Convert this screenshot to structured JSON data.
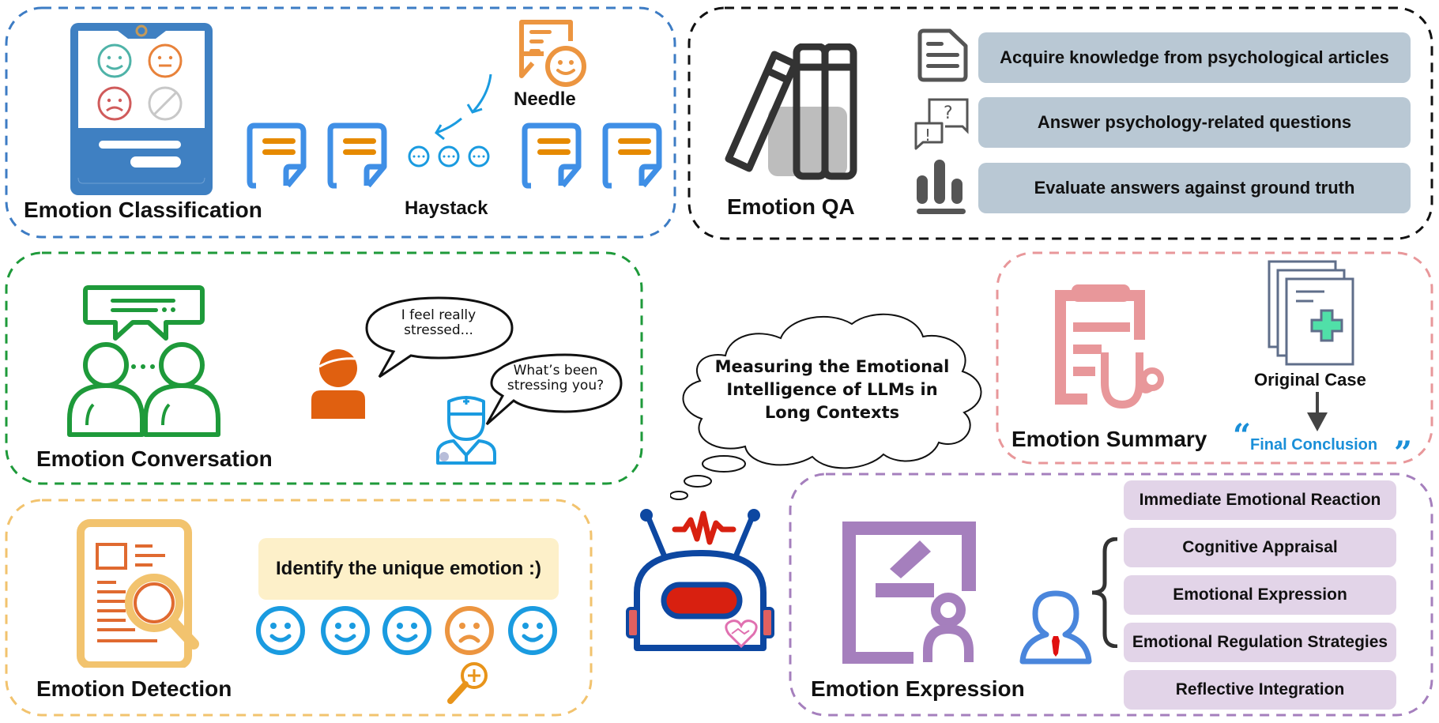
{
  "center": {
    "title_lines": [
      "Measuring the Emotional",
      "Intelligence of LLMs in",
      "Long Contexts"
    ],
    "robot_icon": "robot-icon"
  },
  "panels": {
    "classification": {
      "title": "Emotion Classification",
      "needle_label": "Needle",
      "haystack_label": "Haystack",
      "border_color": "#3d7cc4"
    },
    "qa": {
      "title": "Emotion QA",
      "steps": [
        {
          "icon": "document-icon",
          "label": "Acquire knowledge from psychological articles"
        },
        {
          "icon": "question-chat-icon",
          "label": "Answer psychology-related questions"
        },
        {
          "icon": "bar-chart-icon",
          "label": "Evaluate answers against ground truth"
        }
      ],
      "border_color": "#111111"
    },
    "conversation": {
      "title": "Emotion Conversation",
      "patient_line_1": "I feel really",
      "patient_line_2": "stressed...",
      "doctor_line_1": "What’s been",
      "doctor_line_2": "stressing you?",
      "border_color": "#1e9a3a"
    },
    "summary": {
      "title": "Emotion Summary",
      "original_case": "Original Case",
      "final_conclusion": "Final Conclusion",
      "open_quote": "“",
      "close_quote": "”",
      "border_color": "#e8979a"
    },
    "detection": {
      "title": "Emotion Detection",
      "prompt": "Identify the unique emotion :)",
      "faces": [
        "happy",
        "happy",
        "happy",
        "sad",
        "happy"
      ],
      "border_color": "#f2c36e"
    },
    "expression": {
      "title": "Emotion Expression",
      "stages": [
        "Immediate Emotional Reaction",
        "Cognitive Appraisal",
        "Emotional Expression",
        "Emotional Regulation Strategies",
        "Reflective Integration"
      ],
      "border_color": "#a57fbd"
    }
  }
}
